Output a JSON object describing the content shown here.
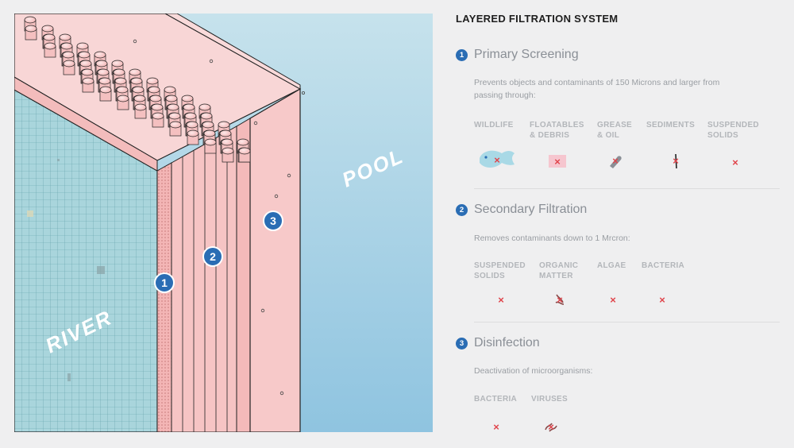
{
  "diagram": {
    "labels": {
      "left": "RIVER",
      "right": "POOL"
    },
    "layer_markers": [
      "1",
      "2",
      "3"
    ]
  },
  "panel": {
    "title": "LAYERED FILTRATION SYSTEM",
    "stages": [
      {
        "number": "1",
        "title": "Primary Screening",
        "description": "Prevents objects and contaminants of 150 Microns and larger from passing through:",
        "items": [
          {
            "label": "WILDLIFE",
            "icon": "fish-icon"
          },
          {
            "label": "FLOATABLES\n& DEBRIS",
            "icon": "debris-icon"
          },
          {
            "label": "GREASE\n& OIL",
            "icon": "oil-drop-icon"
          },
          {
            "label": "SEDIMENTS",
            "icon": "sediment-icon"
          },
          {
            "label": "SUSPENDED\nSOLIDS",
            "icon": "particle-icon"
          }
        ]
      },
      {
        "number": "2",
        "title": "Secondary Filtration",
        "description": "Removes contaminants down to 1 Mrcron:",
        "items": [
          {
            "label": "SUSPENDED\nSOLIDS",
            "icon": "particle-icon"
          },
          {
            "label": "ORGANIC\nMATTER",
            "icon": "organic-icon"
          },
          {
            "label": "ALGAE",
            "icon": "algae-icon"
          },
          {
            "label": "BACTERIA",
            "icon": "bacteria-icon"
          }
        ]
      },
      {
        "number": "3",
        "title": "Disinfection",
        "description": "Deactivation of microorganisms:",
        "items": [
          {
            "label": "BACTERIA",
            "icon": "bacteria-icon"
          },
          {
            "label": "VIRUSES",
            "icon": "virus-icon"
          }
        ]
      }
    ]
  },
  "colors": {
    "accent": "#2a6db4",
    "blocked": "#e0444b",
    "pool_water": "#b9dcea",
    "filter_pink": "#f7c6c6"
  }
}
